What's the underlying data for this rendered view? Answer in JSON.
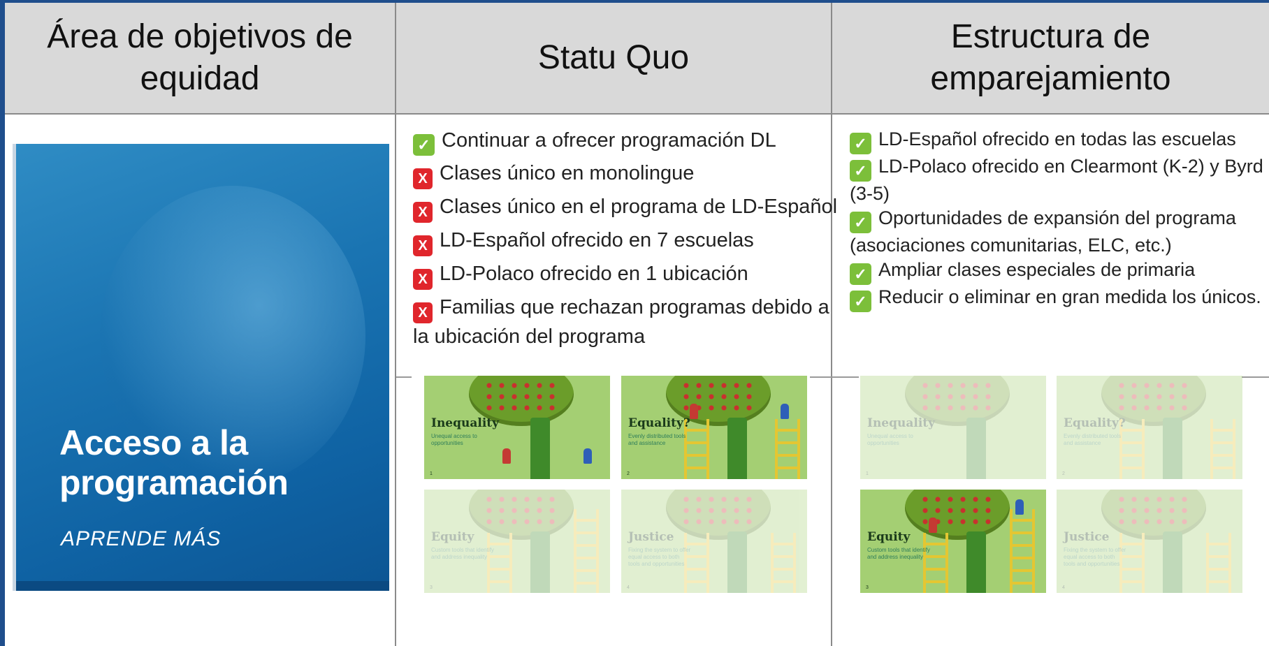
{
  "headers": {
    "col1": "Área de objetivos de equidad",
    "col2": "Statu Quo",
    "col3": "Estructura de emparejamiento"
  },
  "promo": {
    "title": "Acceso a la programación",
    "cta": "APRENDE MÁS"
  },
  "status_quo": [
    {
      "mark": "check",
      "text": "Continuar a ofrecer programación DL"
    },
    {
      "mark": "x",
      "text": "Clases único en monolingue"
    },
    {
      "mark": "x",
      "text": "Clases único en el programa de LD-Español"
    },
    {
      "mark": "x",
      "text": "LD-Español ofrecido en 7 escuelas"
    },
    {
      "mark": "x",
      "text": "LD-Polaco ofrecido en 1 ubicación"
    },
    {
      "mark": "x",
      "text": "Familias que rechazan programas debido a la ubicación del programa"
    }
  ],
  "pairing": [
    {
      "mark": "check",
      "text": "LD-Español ofrecido en todas las escuelas"
    },
    {
      "mark": "check",
      "text": "LD-Polaco ofrecido en Clearmont (K-2) y Byrd (3-5)"
    },
    {
      "mark": "check",
      "text": "Oportunidades de expansión del programa (asociaciones comunitarias, ELC, etc.)"
    },
    {
      "mark": "check",
      "text": "Ampliar clases especiales de primaria"
    },
    {
      "mark": "check",
      "text": "Reducir o eliminar en gran medida los únicos."
    }
  ],
  "marks": {
    "check": "✓",
    "x": "X"
  },
  "cards": {
    "inequality": {
      "title": "Inequality",
      "subtitle": "Unequal access to opportunities",
      "num": "1"
    },
    "equality": {
      "title": "Equality?",
      "subtitle": "Evenly distributed tools and assistance",
      "num": "2"
    },
    "equity": {
      "title": "Equity",
      "subtitle": "Custom tools that identify and address inequality",
      "num": "3"
    },
    "justice": {
      "title": "Justice",
      "subtitle": "Fixing the system to offer equal access to both tools and opportunities",
      "num": "4"
    }
  },
  "colors": {
    "header_bg": "#d9d9d9",
    "promo_blue": "#1a74b2",
    "check_green": "#7cbf3a",
    "x_red": "#e0262c",
    "card_green": "#a4cf73"
  }
}
